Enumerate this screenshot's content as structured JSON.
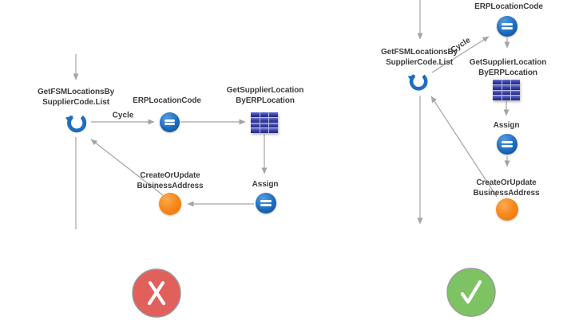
{
  "colors": {
    "connector_gray": "#a4a4a4",
    "label_text": "#3d3d3d",
    "loop_blue": "#1e6dc0",
    "equals_blue": "#1b6ac0",
    "grid_navy": "#2b2d85",
    "action_orange": "#ee7109",
    "wrong_red": "#e2605c",
    "correct_green": "#7dc363"
  },
  "left_flow": {
    "verdict": "incorrect",
    "verdict_icon": "x-circle-icon",
    "loop_label_1": "GetFSMLocationsBy",
    "loop_label_2": "SupplierCode.List",
    "cycle_edge_label": "Cycle",
    "erp_label": "ERPLocationCode",
    "supplier_label_1": "GetSupplierLocation",
    "supplier_label_2": "ByERPLocation",
    "assign_label": "Assign",
    "create_label_1": "CreateOrUpdate",
    "create_label_2": "BusinessAddress"
  },
  "right_flow": {
    "verdict": "correct",
    "verdict_icon": "check-circle-icon",
    "loop_label_1": "GetFSMLocationsBy",
    "loop_label_2": "SupplierCode.List",
    "cycle_edge_label": "Cycle",
    "erp_label": "ERPLocationCode",
    "supplier_label_1": "GetSupplierLocation",
    "supplier_label_2": "ByERPLocation",
    "assign_label": "Assign",
    "create_label_1": "CreateOrUpdate",
    "create_label_2": "BusinessAddress"
  }
}
